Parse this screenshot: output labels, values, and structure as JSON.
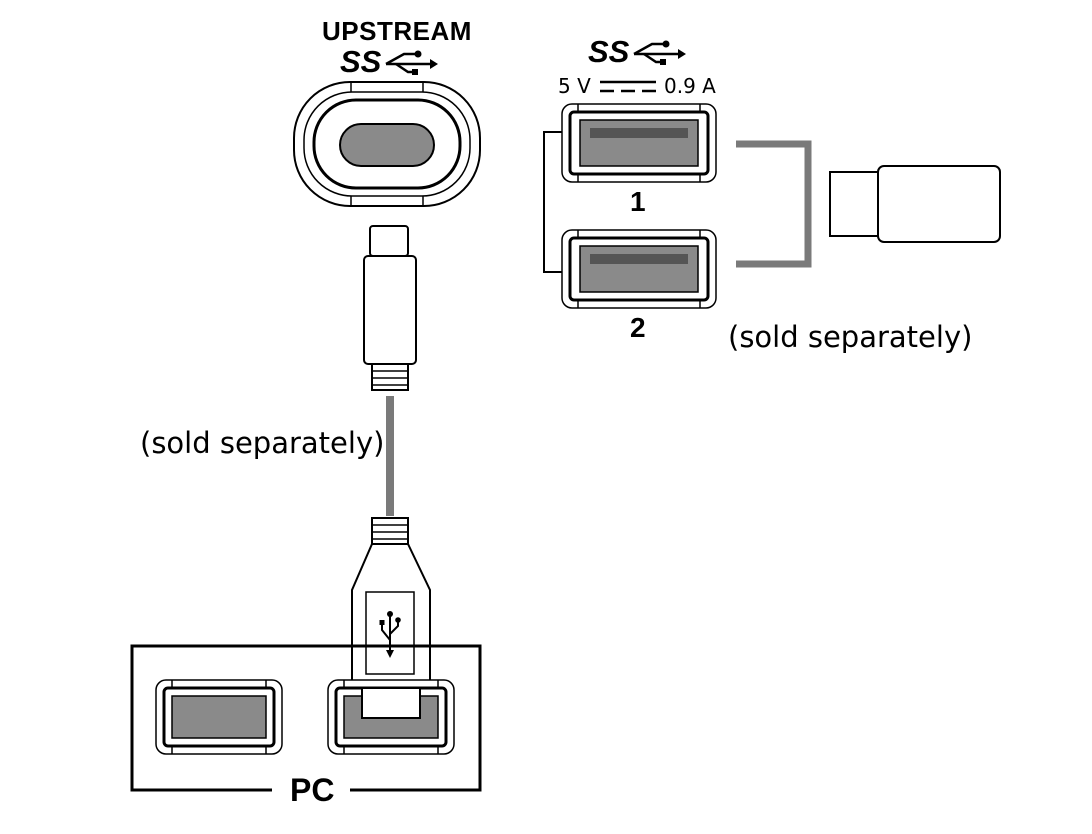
{
  "upstream": {
    "title": "UPSTREAM",
    "ss_mark": "SS"
  },
  "downstream": {
    "ss_mark": "SS",
    "voltage": "5 V",
    "current": "0.9 A",
    "port_1": "1",
    "port_2": "2"
  },
  "labels": {
    "cable_sold_separately": "(sold separately)",
    "device_sold_separately": "(sold separately)",
    "pc": "PC"
  },
  "icons": [
    "usb-superspeed-icon",
    "usb-trident-icon",
    "dc-power-icon"
  ],
  "colors": {
    "line": "#000000",
    "port_fill": "#8a8a8a",
    "cable": "#7a7a7a",
    "background": "#ffffff"
  }
}
